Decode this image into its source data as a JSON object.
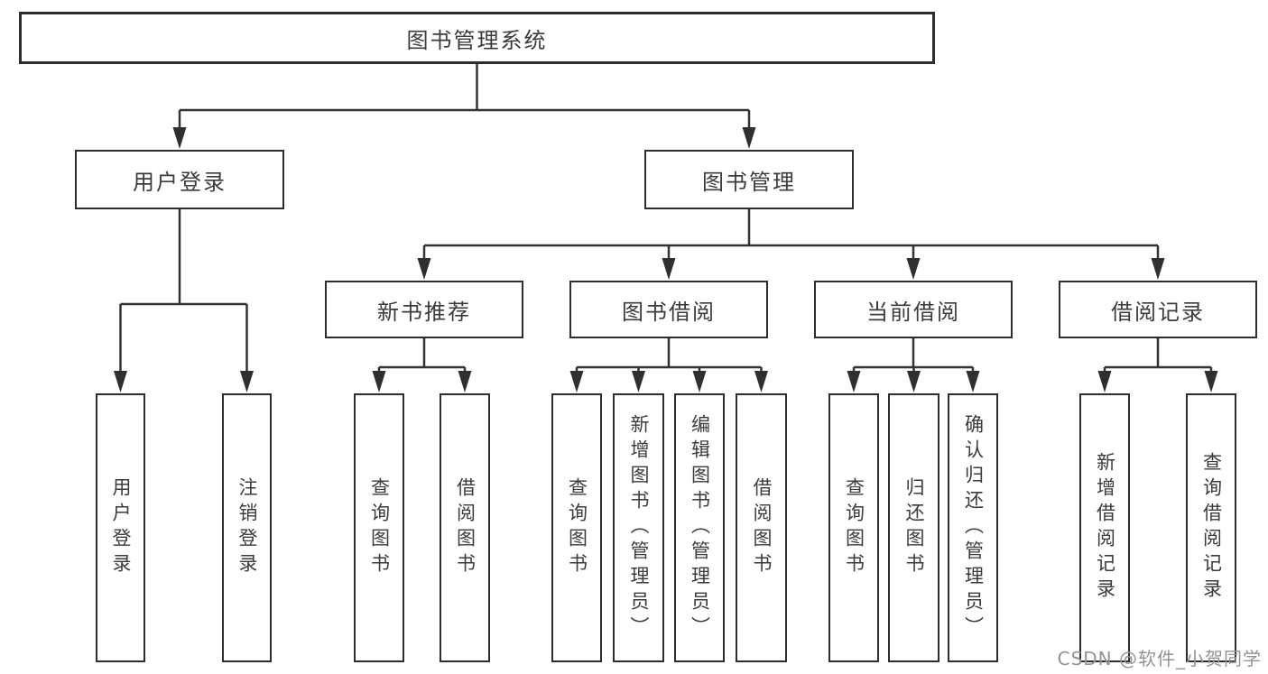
{
  "diagram": {
    "root": "图书管理系统",
    "branches": [
      {
        "label": "用户登录",
        "children": [
          "用户登录",
          "注销登录"
        ]
      },
      {
        "label": "图书管理",
        "groups": [
          {
            "label": "新书推荐",
            "children": [
              "查询图书",
              "借阅图书"
            ]
          },
          {
            "label": "图书借阅",
            "children": [
              "查询图书",
              "新增图书（管理员）",
              "编辑图书（管理员）",
              "借阅图书"
            ]
          },
          {
            "label": "当前借阅",
            "children": [
              "查询图书",
              "归还图书",
              "确认归还（管理员）"
            ]
          },
          {
            "label": "借阅记录",
            "children": [
              "新增借阅记录",
              "查询借阅记录"
            ]
          }
        ]
      }
    ],
    "watermark": "CSDN @软件_小贺同学",
    "colors": {
      "line": "#333333",
      "box_border": "#2d2d2d",
      "text": "#3b3b3b",
      "background": "#ffffff",
      "watermark": "#939393"
    }
  }
}
